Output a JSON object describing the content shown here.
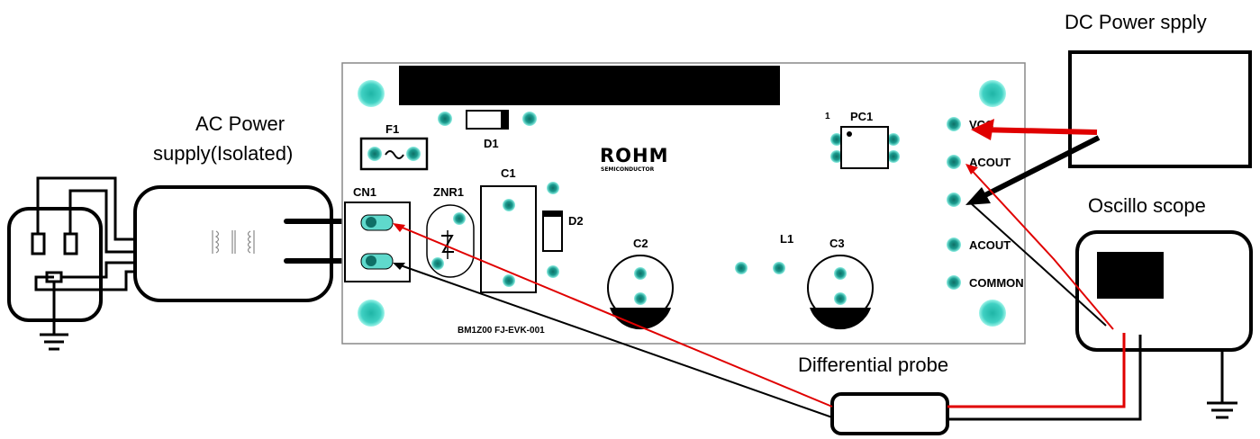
{
  "labels": {
    "dc_supply": "DC Power spply",
    "ac_supply_line1": "AC Power",
    "ac_supply_line2": "supply(Isolated)",
    "oscilloscope": "Oscillo scope",
    "diff_probe": "Differential probe"
  },
  "board": {
    "brand": "ROHM",
    "brand_sub": "SEMICONDUCTOR",
    "model": "BM1Z00 FJ-EVK-001",
    "components": {
      "f1": "F1",
      "d1": "D1",
      "d2": "D2",
      "c1": "C1",
      "c2": "C2",
      "c3": "C3",
      "cn1": "CN1",
      "znr1": "ZNR1",
      "l1": "L1",
      "pc1": "PC1",
      "pc1_pin": "1"
    },
    "terminals": {
      "vcc": "VCC",
      "acout1": "ACOUT",
      "acout2": "ACOUT",
      "common": "COMMON"
    }
  },
  "colors": {
    "pad_fill": "#1a9a8e",
    "pad_glow": "#5fd9cc",
    "probe_wire": "#e00000",
    "ground_wire": "#000000"
  }
}
